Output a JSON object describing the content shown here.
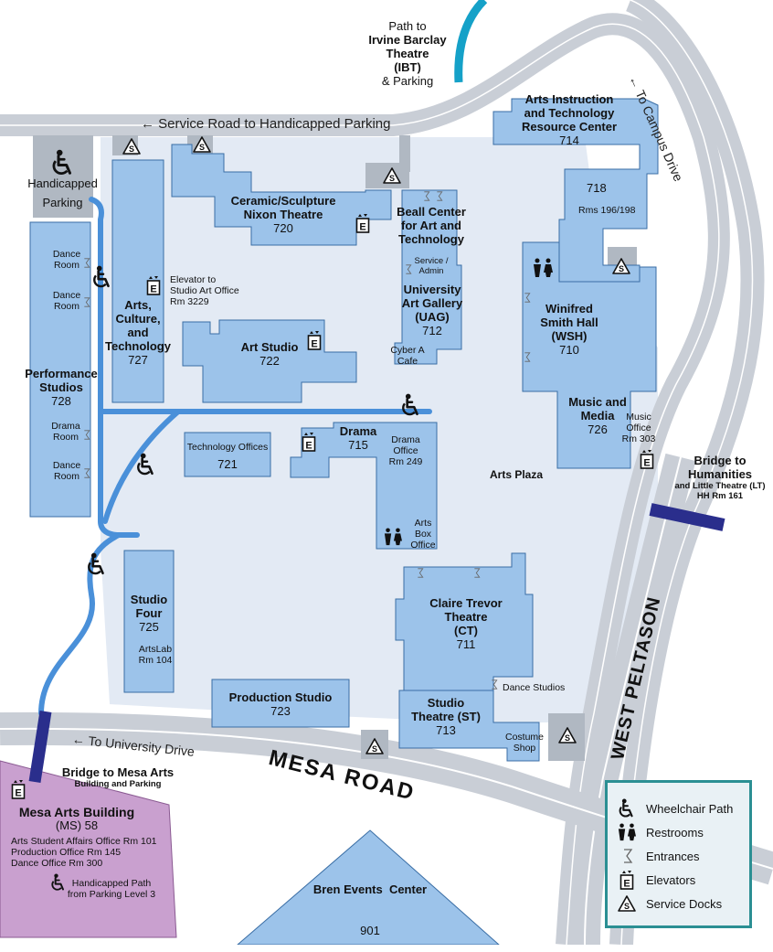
{
  "paths": {
    "ibt": [
      "Path to",
      "Irvine Barclay",
      "Theatre",
      "(IBT)",
      "& Parking"
    ]
  },
  "roads": {
    "service_road": "← Service Road to Handicapped Parking",
    "campus_drive": "← To Campus Drive",
    "university_drive": "← To University Drive",
    "mesa_road": "MESA ROAD",
    "west_peltason": "WEST PELTASON"
  },
  "parking": {
    "line1": "Handicapped",
    "line2": "Parking"
  },
  "buildings": {
    "aitrc": {
      "name": [
        "Arts Instruction",
        "and Technology",
        "Resource Center"
      ],
      "num": "714",
      "room": "718",
      "rms": "Rms 196/198"
    },
    "ceramic": {
      "name": [
        "Ceramic/Sculpture",
        "Nixon Theatre"
      ],
      "num": "720"
    },
    "beall": {
      "name": [
        "Beall Center",
        "for Art and",
        "Technology"
      ],
      "service": [
        "Service /",
        "Admin"
      ]
    },
    "uag": {
      "name": [
        "University",
        "Art Gallery",
        "(UAG)"
      ],
      "num": "712",
      "cafe": [
        "Cyber A",
        "Cafe"
      ]
    },
    "act": {
      "name": [
        "Arts,",
        "Culture,",
        "and",
        "Technology"
      ],
      "num": "727",
      "elevator": [
        "Elevator to",
        "Studio Art Office",
        "Rm 3229"
      ]
    },
    "art_studio": {
      "name": "Art Studio",
      "num": "722"
    },
    "performance": {
      "name": [
        "Performance",
        "Studios"
      ],
      "num": "728",
      "rooms": [
        "Dance Room",
        "Dance Room",
        "Drama Room",
        "Dance Room"
      ]
    },
    "wsh": {
      "name": [
        "Winifred",
        "Smith Hall",
        "(WSH)"
      ],
      "num": "710"
    },
    "music": {
      "name": [
        "Music and",
        "Media"
      ],
      "num": "726",
      "office": [
        "Music",
        "Office",
        "Rm 303"
      ]
    },
    "tech_offices": {
      "name": "Technology Offices",
      "num": "721"
    },
    "drama": {
      "name": "Drama",
      "num": "715",
      "office": [
        "Drama",
        "Office",
        "Rm 249"
      ],
      "box": [
        "Arts",
        "Box",
        "Office"
      ]
    },
    "arts_plaza": "Arts Plaza",
    "studio_four": {
      "name": [
        "Studio",
        "Four"
      ],
      "num": "725",
      "lab": [
        "ArtsLab",
        "Rm 104"
      ]
    },
    "ct": {
      "name": [
        "Claire Trevor",
        "Theatre",
        "(CT)"
      ],
      "num": "711",
      "dance": "Dance Studios"
    },
    "production": {
      "name": "Production Studio",
      "num": "723"
    },
    "st": {
      "name": [
        "Studio",
        "Theatre (ST)"
      ],
      "num": "713",
      "costume": [
        "Costume",
        "Shop"
      ]
    },
    "bren": {
      "name": "Bren Events  Center",
      "num": "901"
    },
    "mesa_arts": {
      "bridge": "Bridge to Mesa Arts",
      "bridge_sub": "Building and Parking",
      "name": "Mesa Arts Building",
      "num": "(MS) 58",
      "offices": [
        "Arts Student Affairs Office Rm 101",
        "Production Office Rm 145",
        "Dance Office Rm 300"
      ],
      "hc_path": [
        "Handicapped Path",
        "from Parking Level 3"
      ]
    },
    "humanities": {
      "line1": "Bridge to",
      "line2": "Humanities",
      "line3": "and Little Theatre (LT)",
      "line4": "HH Rm 161"
    }
  },
  "legend": {
    "items": [
      {
        "icon": "wheelchair-icon",
        "label": "Wheelchair Path"
      },
      {
        "icon": "restroom-icon",
        "label": "Restrooms"
      },
      {
        "icon": "entrance-icon",
        "label": "Entrances"
      },
      {
        "icon": "elevator-icon",
        "label": "Elevators"
      },
      {
        "icon": "service-dock-icon",
        "label": "Service Docks"
      }
    ]
  },
  "colors": {
    "building": "#9cc3ea",
    "building_stroke": "#3a6ea5",
    "road": "#c9ced6",
    "road_line": "#ffffff",
    "ground": "#e3eaf4",
    "wheelchair_path": "#4a90d9",
    "ibt_path": "#15a1c8",
    "bridge": "#2a2e8c",
    "mesa_arts": "#c9a0cf",
    "legend_border": "#2b8f93"
  }
}
